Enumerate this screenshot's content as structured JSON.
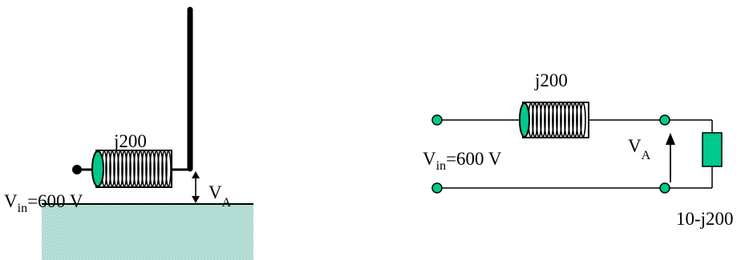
{
  "left_diagram": {
    "inductor_label": "j200",
    "vin_main": "V",
    "vin_sub": "in",
    "vin_value": "=600 V",
    "va_main": "V",
    "va_sub": "A"
  },
  "right_diagram": {
    "inductor_label": "j200",
    "vin_main": "V",
    "vin_sub": "in",
    "vin_value": "=600 V",
    "va_main": "V",
    "va_sub": "A",
    "load_label": "10-j200"
  },
  "colors": {
    "ground_fill": "#a8d8cf",
    "terminal_fill": "#00c98d",
    "load_fill": "#00c98d",
    "coil_end_fill": "#00c98d",
    "ink": "#000000"
  },
  "icons": [
    "ground-plane",
    "inductor-coil",
    "antenna-mast",
    "terminal-node",
    "load-resistor",
    "arrow"
  ]
}
